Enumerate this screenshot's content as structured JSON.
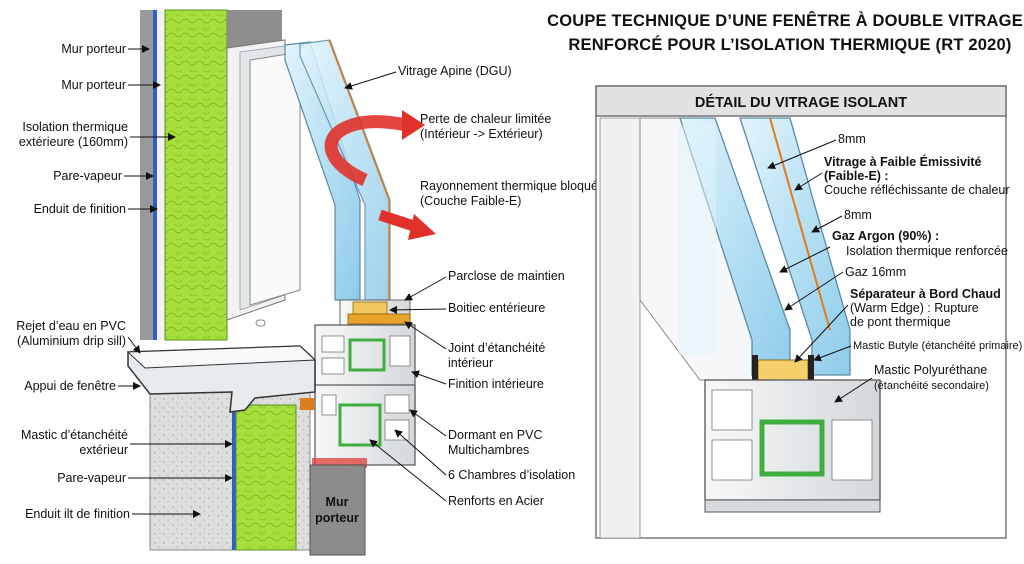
{
  "title": {
    "line1": "COUPE TECHNIQUE D’UNE FENÊTRE À DOUBLE VITRAGE",
    "line2": "RENFORCÉ POUR L’ISOLATION THERMIQUE (RT 2020)"
  },
  "left_labels": {
    "l1": "Mur porteur",
    "l2": "Mur porteur",
    "l3a": "Isolation thermique",
    "l3b": "extérieure (160mm)",
    "l4": "Pare-vapeur",
    "l5": "Enduit de finition",
    "l6a": "Rejet d’eau en PVC",
    "l6b": "(Aluminium drip sill)",
    "l7": "Appui de fenêtre",
    "l8a": "Mastic d’étanchéité",
    "l8b": "extérieur",
    "l9": "Pare-vapeur",
    "l10": "Enduit ilt de finition"
  },
  "center_labels": {
    "c1": "Vitrage Apine (DGU)",
    "c2a": "Perte de chaleur limitée",
    "c2b": "(Intérieur -> Extérieur)",
    "c3a": "Rayonnement thermique bloqué",
    "c3b": "(Couche Faible-E)",
    "c4": "Parclose de maintien",
    "c5": "Boitiec entérieure",
    "c6a": "Joint d’étanchéité",
    "c6b": "intérieur",
    "c7": "Finition intérieure",
    "c8a": "Dormant en PVC",
    "c8b": "Multichambres",
    "c9": "6 Chambres d’isolation",
    "c10": "Renforts en Acier",
    "wall_a": "Mur",
    "wall_b": "porteur"
  },
  "detail": {
    "header": "DÉTAIL DU VITRAGE ISOLANT",
    "d1": "8mm",
    "d2a": "Vitrage à Faible Émissivité",
    "d2b": "(Faible-E) :",
    "d2c": "Couche réfléchissante de chaleur",
    "d3": "8mm",
    "d4a": "Gaz Argon (90%) :",
    "d4b": "Isolation thermique renforcée",
    "d5": "Gaz 16mm",
    "d6a": "Séparateur à Bord Chaud",
    "d6b": "(Warm Edge) : Rupture",
    "d6c": "de pont thermique",
    "d7": "Mastic Butyle (étanchéité primaire)",
    "d8a": "Mastic Polyuréthane",
    "d8b": "(étanchéité secondaire)"
  },
  "colors": {
    "insulation": "#a6df3c",
    "glass": "#bfe6f7",
    "pvc": "#e9ecee",
    "concrete": "#dcdcdc",
    "gasket": "#e8a32a",
    "steel": "#3fae3f",
    "arrow": "#e0322b",
    "wall_gray": "#8c8c8c"
  }
}
